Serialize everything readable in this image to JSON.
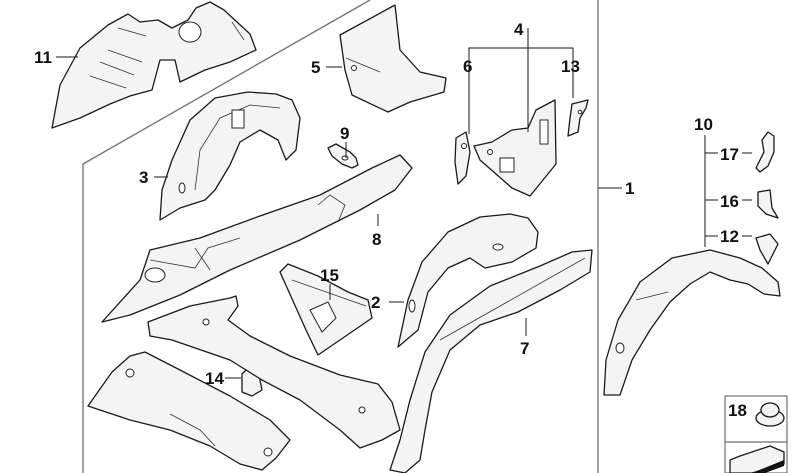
{
  "diagram": {
    "type": "exploded-parts-diagram",
    "callouts": {
      "c1": "1",
      "c2": "2",
      "c3": "3",
      "c4": "4",
      "c5": "5",
      "c6": "6",
      "c7": "7",
      "c8": "8",
      "c9": "9",
      "c10": "10",
      "c11": "11",
      "c12": "12",
      "c13": "13",
      "c14": "14",
      "c15": "15",
      "c16": "16",
      "c17": "17",
      "c18": "18"
    },
    "groups": [
      {
        "parent": "1",
        "children": [
          "2",
          "3",
          "4",
          "5",
          "6",
          "7",
          "8",
          "9",
          "13",
          "14",
          "15"
        ]
      },
      {
        "parent": "4",
        "children": [
          "6",
          "13"
        ]
      },
      {
        "parent": "10",
        "children": [
          "17",
          "16",
          "12"
        ]
      }
    ],
    "colors": {
      "line": "#1a1a1a",
      "fill": "#f4f4f4",
      "frame": "#6e6e6e",
      "background": "#ffffff"
    }
  }
}
